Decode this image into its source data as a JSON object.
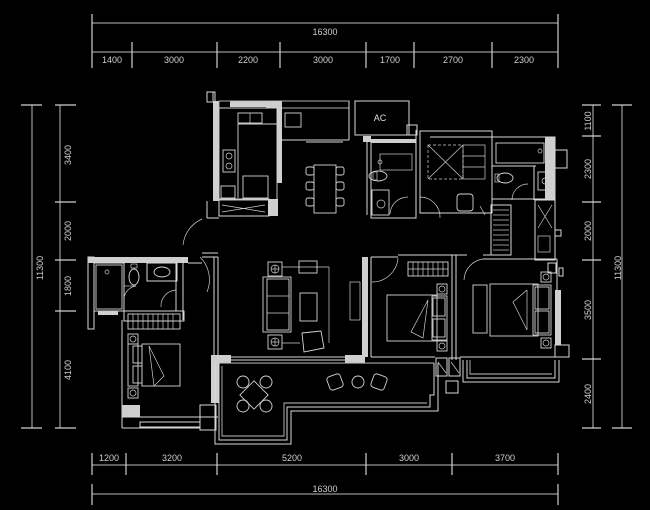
{
  "drawing": {
    "type": "apartment floor plan",
    "background": "#000000",
    "line_color": "#d0d0d0"
  },
  "dimensions": {
    "top_total": "16300",
    "top_segments": [
      "1400",
      "3000",
      "2200",
      "3000",
      "1700",
      "2700",
      "2300"
    ],
    "bottom_total": "16300",
    "bottom_segments": [
      "1200",
      "3200",
      "5200",
      "3000",
      "3700"
    ],
    "left_total": "11300",
    "left_segments": [
      "3400",
      "2000",
      "1800",
      "4100"
    ],
    "right_total": "11300",
    "right_segments": [
      "1100",
      "2300",
      "2000",
      "3500",
      "2400"
    ]
  },
  "labels": {
    "ac": "AC"
  },
  "rooms": [
    {
      "name": "kitchen"
    },
    {
      "name": "dining-room"
    },
    {
      "name": "living-room"
    },
    {
      "name": "balcony"
    },
    {
      "name": "bathroom-1"
    },
    {
      "name": "bathroom-2"
    },
    {
      "name": "bathroom-3"
    },
    {
      "name": "bedroom-1"
    },
    {
      "name": "bedroom-2"
    },
    {
      "name": "master-bedroom"
    },
    {
      "name": "ac-unit-room"
    }
  ]
}
